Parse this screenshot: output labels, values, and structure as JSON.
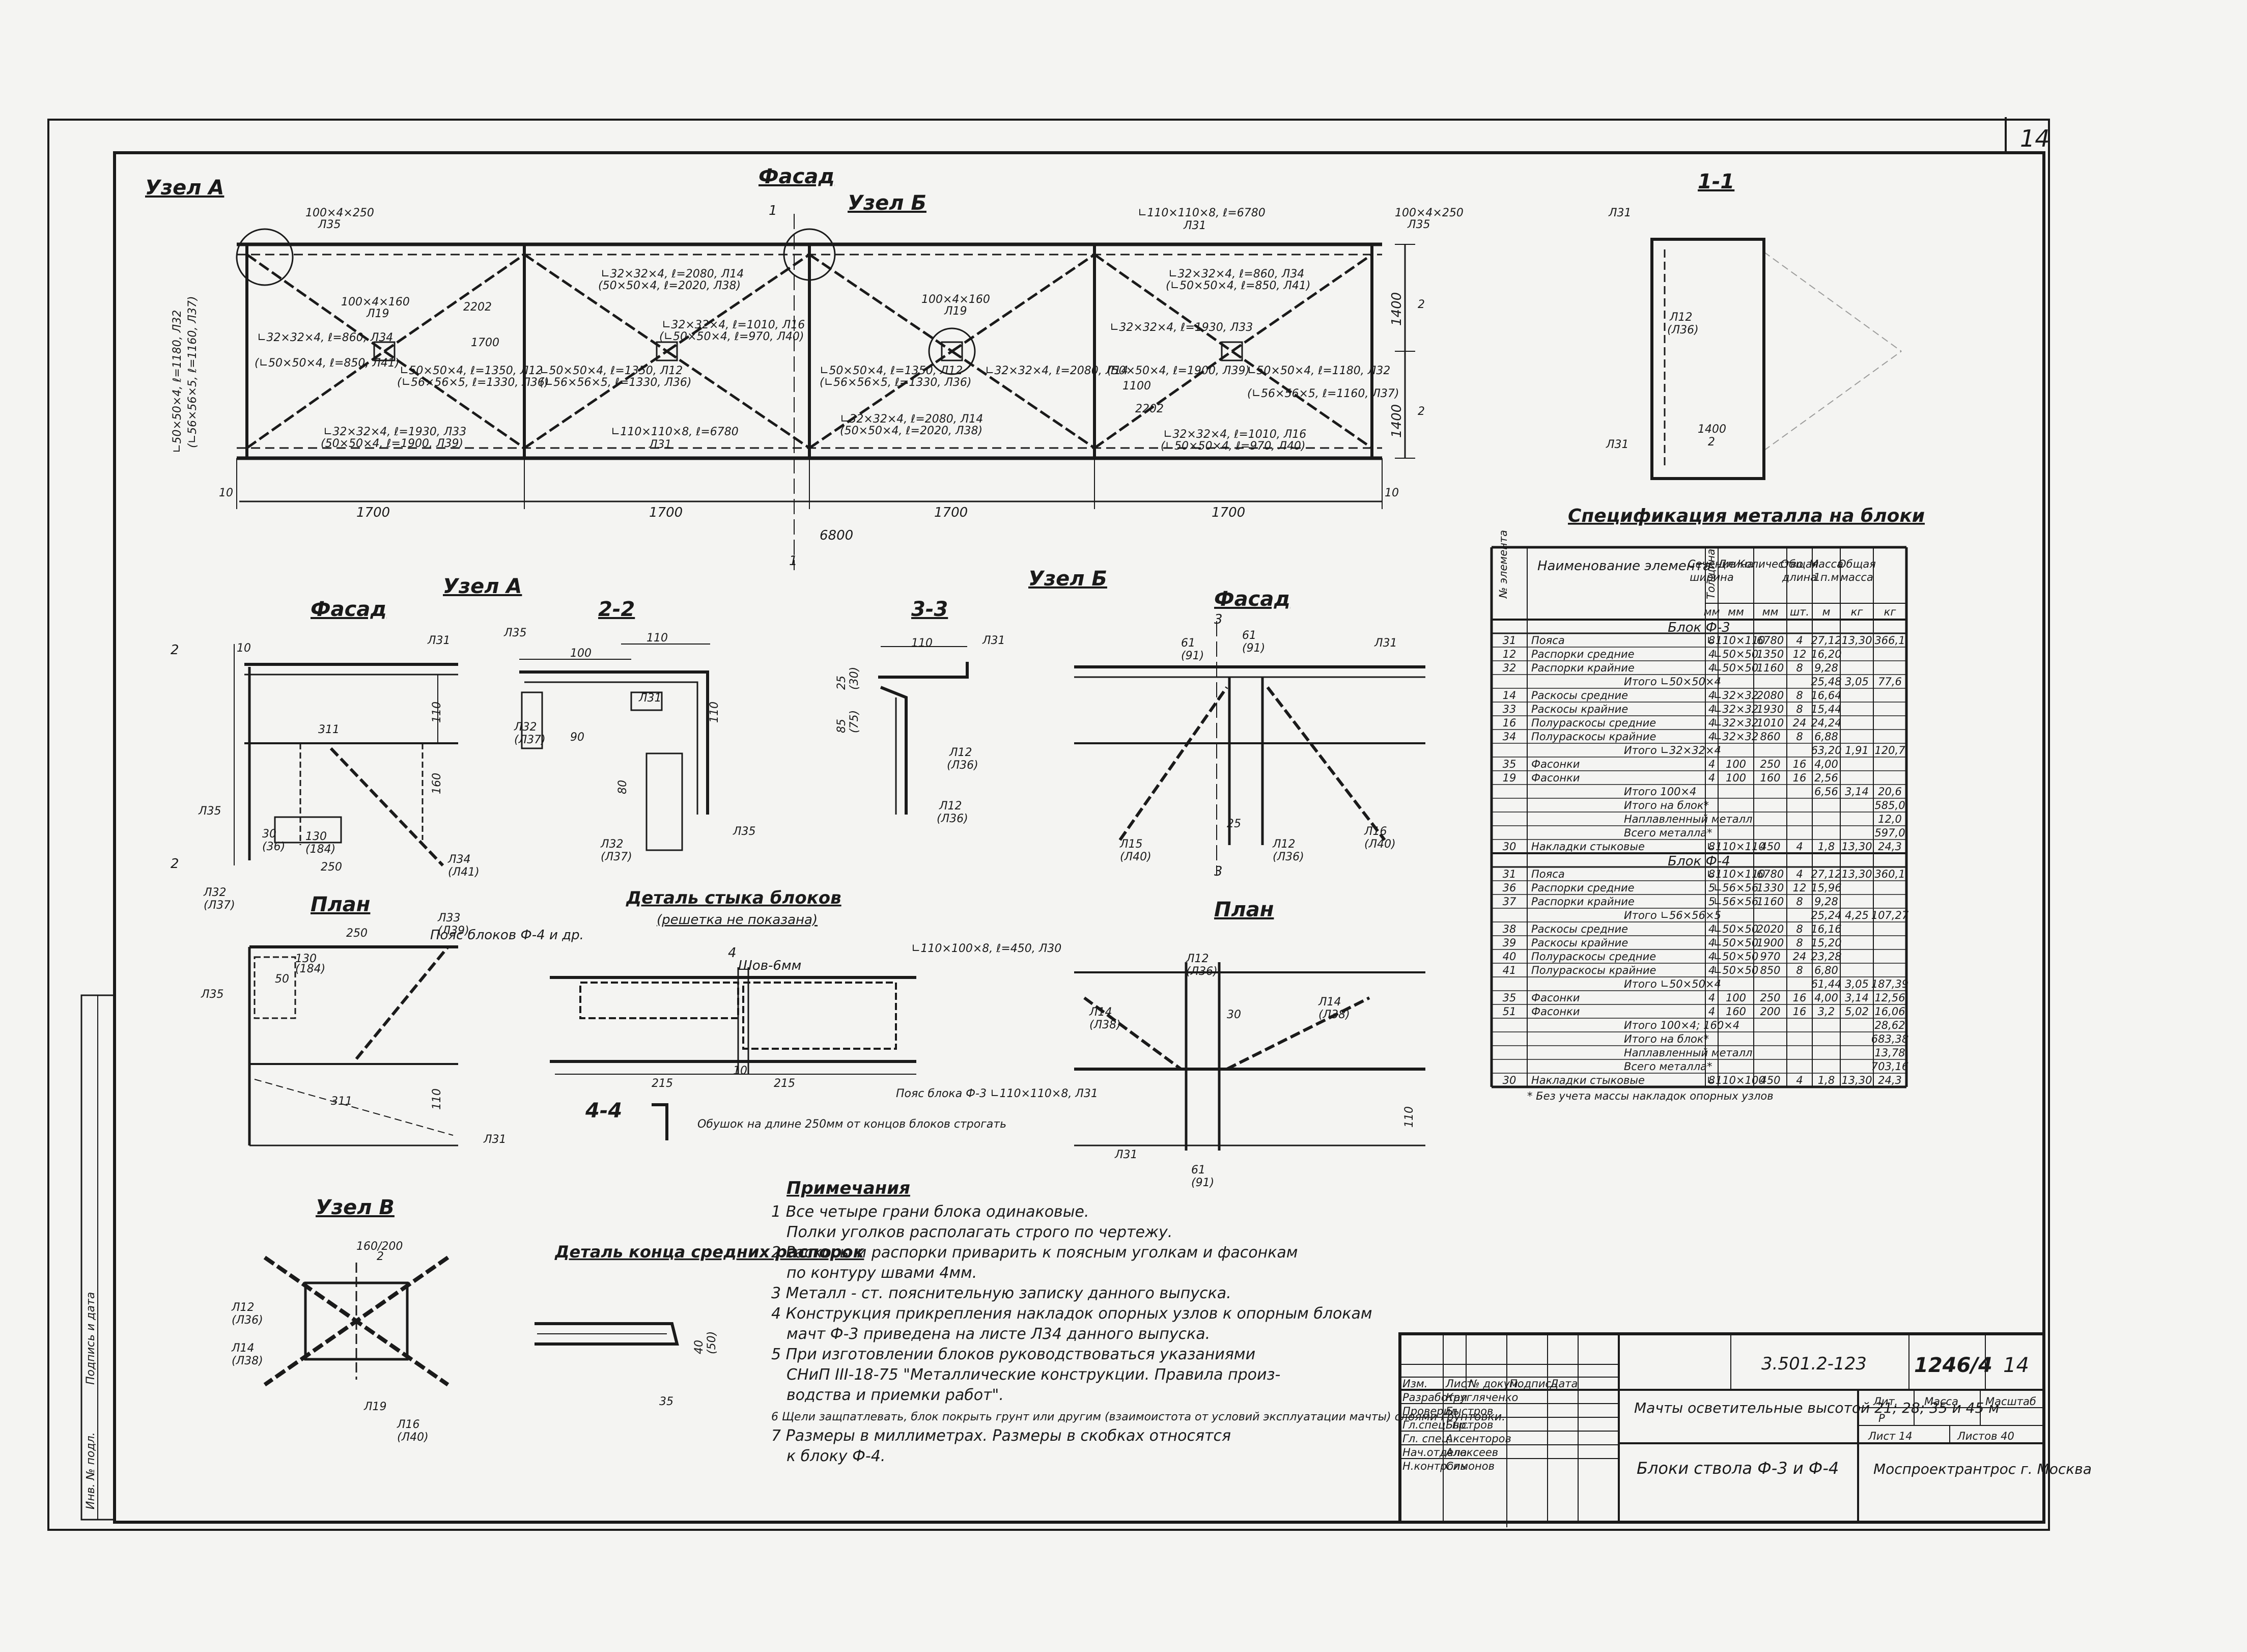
{
  "sheet_number": "14",
  "facade": {
    "title": "Фасад",
    "node_a": "Узел А",
    "node_b": "Узел Б",
    "node_c": "Узел В",
    "section_1": "1",
    "plate_35_left": "100×4×250",
    "plate_35_right": "100×4×250",
    "plate_ref_35": "Л35",
    "chord_top": "∟110×110×8, ℓ=6780",
    "chord_bottom": "∟110×110×8, ℓ=6780",
    "chord_ref": "Л31",
    "brace_14": "∟32×32×4, ℓ=2080, Л14",
    "brace_14_alt": "(50×50×4, ℓ=2020, Л38)",
    "brace_34": "∟32×32×4, ℓ=860, Л34",
    "brace_34_alt": "(∟50×50×4, ℓ=850, Л41)",
    "brace_33": "∟32×32×4, ℓ=1930, Л33",
    "brace_33_alt": "(50×50×4, ℓ=1900, Л39)",
    "brace_16": "∟32×32×4, ℓ=1010, Л16",
    "brace_16_alt": "(∟50×50×4, ℓ=970, Л40)",
    "strut_12": "∟50×50×4, ℓ=1350, Л12",
    "strut_12_alt": "(∟56×56×5, ℓ=1330, Л36)",
    "strut_32": "∟50×50×4, ℓ=1180, Л32",
    "strut_32_alt": "(∟56×56×5, ℓ=1160, Л37)",
    "gusset_19": "100×4×160",
    "gusset_ref": "Л19",
    "dim_panel": "1700",
    "dim_total": "6800",
    "dim_height": "1400",
    "dim_half": "2",
    "dim_10": "10",
    "dim_diag": "2202",
    "dim_1700v": "1700",
    "dim_1100": "1100"
  },
  "section_1_1": {
    "title": "1-1",
    "label_31": "Л31",
    "label_12": "Л12",
    "label_36": "(Л36)",
    "dim": "1400",
    "dim_half": "2"
  },
  "detail_a": {
    "title": "Узел А",
    "view_facade": "Фасад",
    "view_plan": "План",
    "l31": "Л31",
    "l35": "Л35",
    "l34": "Л34",
    "l41": "(Л41)",
    "l32": "Л32",
    "l37": "(Л37)",
    "l33": "Л33",
    "l39": "(Л39)",
    "d30": "30",
    "d36": "(36)",
    "d130": "130",
    "d184": "(184)",
    "d250": "250",
    "d110": "110",
    "d160": "160",
    "d10": "10",
    "d50": "50",
    "d311": "311",
    "mark_2": "2"
  },
  "section_2_2": {
    "title": "2-2",
    "l35": "Л35",
    "l31": "Л31",
    "l32": "Л32",
    "l37": "(Л37)",
    "d100": "100",
    "d110": "110",
    "d90": "90",
    "d80": "80"
  },
  "section_3_3": {
    "title": "3-3",
    "l31": "Л31",
    "l12": "Л12",
    "l36": "(Л36)",
    "d110": "110",
    "d25": "25",
    "d30": "(30)",
    "d85": "85",
    "d75": "(75)"
  },
  "detail_b": {
    "title": "Узел Б",
    "view_facade": "Фасад",
    "view_plan": "План",
    "l31": "Л31",
    "l12": "Л12",
    "l36": "(Л36)",
    "l14": "Л14",
    "l38": "(Л38)",
    "l15": "Л15",
    "l40": "(Л40)",
    "l16": "Л16",
    "d61": "61",
    "d91": "(91)",
    "d25": "25",
    "d30": "30",
    "d110": "110",
    "mark_3": "3"
  },
  "joint_detail": {
    "title": "Деталь стыка блоков",
    "subtitle": "(решетка не показана)",
    "upper_chord": "Пояс блоков Ф-4 и др.",
    "weld": "Шов-6мм",
    "splice": "∟110×100×8, ℓ=450, Л30",
    "lower_chord": "Пояс блока Ф-3 ∟110×110×8, Л31",
    "note": "Обушок на длине 250мм от концов блоков строгать",
    "section": "4-4",
    "mark_4": "4",
    "d215": "215",
    "d10": "10"
  },
  "detail_c": {
    "title": "Узел В",
    "l12": "Л12",
    "l36": "(Л36)",
    "l14": "Л14",
    "l38": "(Л38)",
    "l16": "Л16",
    "l40": "(Л40)",
    "l19": "Л19",
    "d160": "160/200",
    "d2": "2"
  },
  "strut_end": {
    "title": "Деталь конца средних распорок",
    "d40": "40",
    "d50": "(50)",
    "d35": "35"
  },
  "notes": {
    "title": "Примечания",
    "items": [
      "1 Все четыре грани блока одинаковые.",
      "Полки уголков располагать строго по чертежу.",
      "2 Раскосы и распорки приварить к поясным уголкам и фасонкам",
      "по контуру швами 4мм.",
      "3 Металл - ст. пояснительную записку данного выпуска.",
      "4 Конструкция прикрепления накладок опорных узлов к опорным блокам",
      "мачт Ф-3 приведена на листе Л34 данного выпуска.",
      "5 При изготовлении блоков руководствоваться указаниями",
      "СНиП III-18-75 \"Металлические конструкции. Правила произ-",
      "водства и приемки работ\".",
      "6 Щели защпатлевать, блок покрыть грунт или другим (взаимоистота от условий эксплуатации мачты) слоями грунтовки.",
      "7 Размеры в миллиметрах. Размеры в скобках относятся",
      "к блоку Ф-4."
    ]
  },
  "spec": {
    "title": "Спецификация металла на блоки",
    "headers": [
      "№ элемента",
      "Наименование элемента",
      "Толщина",
      "Сечение ширина",
      "Длина",
      "Количество",
      "Общая длина",
      "Масса 1п.м",
      "Общая масса"
    ],
    "units": [
      "мм",
      "мм",
      "мм",
      "шт.",
      "м",
      "кг",
      "кг"
    ],
    "block_f3": "Блок Ф-3",
    "block_f4": "Блок Ф-4",
    "rows_f3": [
      [
        "31",
        "Пояса",
        "8",
        "∟110×110",
        "6780",
        "4",
        "27,12",
        "13,30",
        "366,1"
      ],
      [
        "12",
        "Распорки средние",
        "4",
        "∟50×50",
        "1350",
        "12",
        "16,20",
        "",
        ""
      ],
      [
        "32",
        "Распорки крайние",
        "4",
        "∟50×50",
        "1160",
        "8",
        "9,28",
        "",
        ""
      ],
      [
        "",
        "Итого ∟50×50×4",
        "",
        "",
        "",
        "",
        "25,48",
        "3,05",
        "77,6"
      ],
      [
        "14",
        "Раскосы средние",
        "4",
        "∟32×32",
        "2080",
        "8",
        "16,64",
        "",
        ""
      ],
      [
        "33",
        "Раскосы крайние",
        "4",
        "∟32×32",
        "1930",
        "8",
        "15,44",
        "",
        ""
      ],
      [
        "16",
        "Полураскосы средние",
        "4",
        "∟32×32",
        "1010",
        "24",
        "24,24",
        "",
        ""
      ],
      [
        "34",
        "Полураскосы крайние",
        "4",
        "∟32×32",
        "860",
        "8",
        "6,88",
        "",
        ""
      ],
      [
        "",
        "Итого ∟32×32×4",
        "",
        "",
        "",
        "",
        "63,20",
        "1,91",
        "120,7"
      ],
      [
        "35",
        "Фасонки",
        "4",
        "100",
        "250",
        "16",
        "4,00",
        "",
        ""
      ],
      [
        "19",
        "Фасонки",
        "4",
        "100",
        "160",
        "16",
        "2,56",
        "",
        ""
      ],
      [
        "",
        "Итого 100×4",
        "",
        "",
        "",
        "",
        "6,56",
        "3,14",
        "20,6"
      ],
      [
        "",
        "Итого на блок*",
        "",
        "",
        "",
        "",
        "",
        "",
        "585,0"
      ],
      [
        "",
        "Наплавленный металл",
        "",
        "",
        "",
        "",
        "",
        "",
        "12,0"
      ],
      [
        "",
        "Всего металла*",
        "",
        "",
        "",
        "",
        "",
        "",
        "597,0"
      ],
      [
        "30",
        "Накладки стыковые",
        "8",
        "∟110×110",
        "450",
        "4",
        "1,8",
        "13,30",
        "24,3"
      ]
    ],
    "rows_f4": [
      [
        "31",
        "Пояса",
        "8",
        "∟110×110",
        "6780",
        "4",
        "27,12",
        "13,30",
        "360,1"
      ],
      [
        "36",
        "Распорки средние",
        "5",
        "∟56×56",
        "1330",
        "12",
        "15,96",
        "",
        ""
      ],
      [
        "37",
        "Распорки крайние",
        "5",
        "∟56×56",
        "1160",
        "8",
        "9,28",
        "",
        ""
      ],
      [
        "",
        "Итого ∟56×56×5",
        "",
        "",
        "",
        "",
        "25,24",
        "4,25",
        "107,27"
      ],
      [
        "38",
        "Раскосы средние",
        "4",
        "∟50×50",
        "2020",
        "8",
        "16,16",
        "",
        ""
      ],
      [
        "39",
        "Раскосы крайние",
        "4",
        "∟50×50",
        "1900",
        "8",
        "15,20",
        "",
        ""
      ],
      [
        "40",
        "Полураскосы средние",
        "4",
        "∟50×50",
        "970",
        "24",
        "23,28",
        "",
        ""
      ],
      [
        "41",
        "Полураскосы крайние",
        "4",
        "∟50×50",
        "850",
        "8",
        "6,80",
        "",
        ""
      ],
      [
        "",
        "Итого ∟50×50×4",
        "",
        "",
        "",
        "",
        "61,44",
        "3,05",
        "187,39"
      ],
      [
        "35",
        "Фасонки",
        "4",
        "100",
        "250",
        "16",
        "4,00",
        "3,14",
        "12,56"
      ],
      [
        "51",
        "Фасонки",
        "4",
        "160",
        "200",
        "16",
        "3,2",
        "5,02",
        "16,06"
      ],
      [
        "",
        "Итого 100×4; 160×4",
        "",
        "",
        "",
        "",
        "",
        "",
        "28,62"
      ],
      [
        "",
        "Итого на блок*",
        "",
        "",
        "",
        "",
        "",
        "",
        "683,38"
      ],
      [
        "",
        "Наплавленный металл",
        "",
        "",
        "",
        "",
        "",
        "",
        "13,78"
      ],
      [
        "",
        "Всего металла*",
        "",
        "",
        "",
        "",
        "",
        "",
        "703,16"
      ],
      [
        "30",
        "Накладки стыковые",
        "8",
        "∟110×100",
        "450",
        "4",
        "1,8",
        "13,30",
        "24,3"
      ]
    ],
    "footnote": "* Без учета массы накладок опорных узлов"
  },
  "title_block": {
    "code": "3.501.2-123",
    "sheet_ref": "1246/4",
    "sheet_num": "14",
    "hdr": [
      "Изм.",
      "Лист",
      "№ докум.",
      "Подпись",
      "Дата"
    ],
    "roles": [
      "Разработал",
      "Проверил",
      "Гл.спец. пр.",
      "Гл. спец.",
      "Нач.отдела",
      "Н.контроль"
    ],
    "names": [
      "Кругляченко",
      "Быстров",
      "Быстров",
      "Аксенторов",
      "Алексеев",
      "Симонов"
    ],
    "product": "Мачты осветительные высотой 21; 28; 35 и 45 м",
    "sheet_title": "Блоки ствола Ф-3 и Ф-4",
    "stage_hdr": "Лит.",
    "mass_hdr": "Масса",
    "scale_hdr": "Масштаб",
    "stage": "Р",
    "sheet_label": "Лист 14",
    "sheets_label": "Листов 40",
    "org": "Моспроектрантрос г. Москва"
  },
  "side_stamp": [
    "Инв. № подл.",
    "Подпись и дата"
  ]
}
